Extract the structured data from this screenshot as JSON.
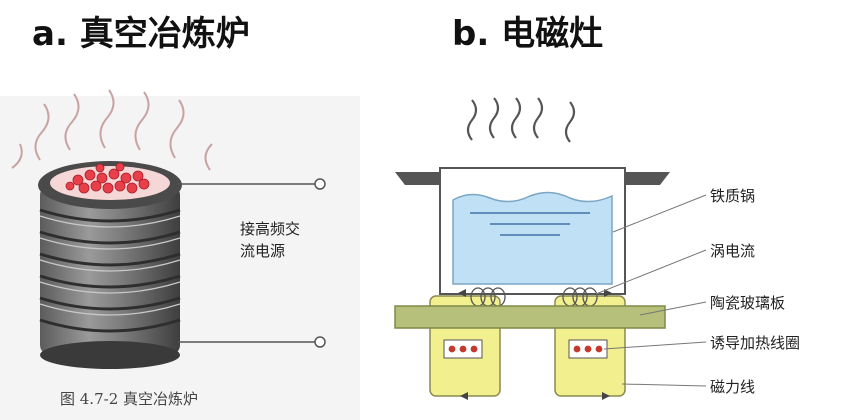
{
  "titles": {
    "a": "a. 真空冶炼炉",
    "b": "b. 电磁灶"
  },
  "furnace": {
    "power_label_line1": "接高频交",
    "power_label_line2": "流电源",
    "caption": "图 4.7-2  真空冶炼炉"
  },
  "induction_cooker": {
    "labels": [
      "铁质锅",
      "涡电流",
      "陶瓷玻璃板",
      "诱导加热线圈",
      "磁力线"
    ]
  },
  "colors": {
    "water": "#bfe0f5",
    "plate": "#b7c07a",
    "coil_box": "#f2ef8e",
    "coil_dot": "#c43a2e",
    "molten": "#e8404a"
  }
}
